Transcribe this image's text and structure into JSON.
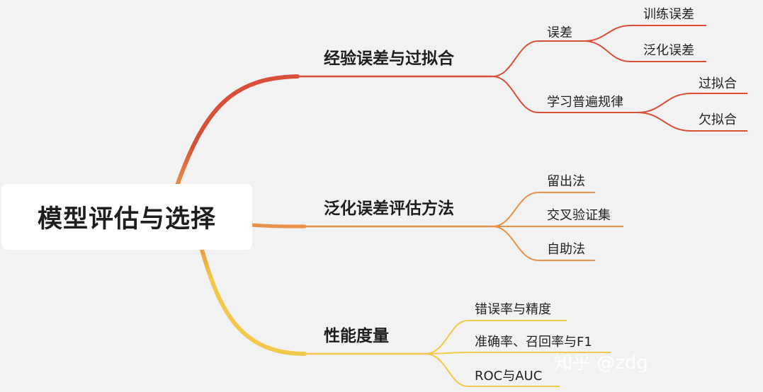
{
  "root": {
    "label": "模型评估与选择"
  },
  "branches": [
    {
      "label": "经验误差与过拟合",
      "color": "#d9503a",
      "children": [
        {
          "label": "误差",
          "children": [
            {
              "label": "训练误差"
            },
            {
              "label": "泛化误差"
            }
          ]
        },
        {
          "label": "学习普遍规律",
          "children": [
            {
              "label": "过拟合"
            },
            {
              "label": "欠拟合"
            }
          ]
        }
      ]
    },
    {
      "label": "泛化误差评估方法",
      "color": "#e8914a",
      "children": [
        {
          "label": "留出法"
        },
        {
          "label": "交叉验证集"
        },
        {
          "label": "自助法"
        }
      ]
    },
    {
      "label": "性能度量",
      "color": "#f2c94c",
      "children": [
        {
          "label": "错误率与精度"
        },
        {
          "label": "准确率、召回率与F1"
        },
        {
          "label": "ROC与AUC"
        }
      ]
    }
  ],
  "watermark": {
    "text": "知乎 @zdg"
  }
}
